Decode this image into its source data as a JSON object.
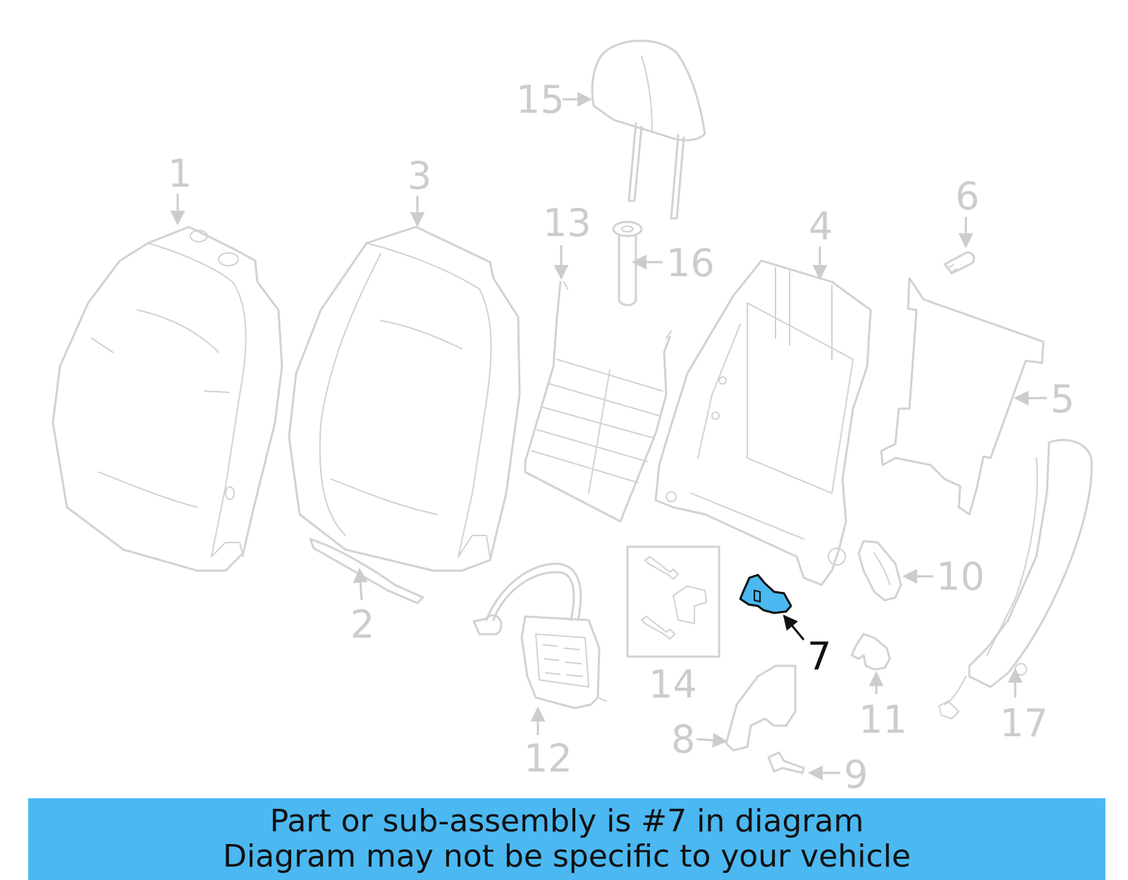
{
  "callouts": {
    "p1": "1",
    "p2": "2",
    "p3": "3",
    "p4": "4",
    "p5": "5",
    "p6": "6",
    "p7": "7",
    "p8": "8",
    "p9": "9",
    "p10": "10",
    "p11": "11",
    "p12": "12",
    "p13": "13",
    "p14": "14",
    "p15": "15",
    "p16": "16",
    "p17": "17"
  },
  "highlighted_part": "7",
  "colors": {
    "highlight": "#4bb8f1",
    "outline": "#d2d2d2",
    "callout": "#cccccc",
    "callout_highlight": "#111111"
  },
  "caption": {
    "line1": "Part or sub-assembly is #7 in diagram",
    "line2": "Diagram may not be specific to your vehicle"
  }
}
